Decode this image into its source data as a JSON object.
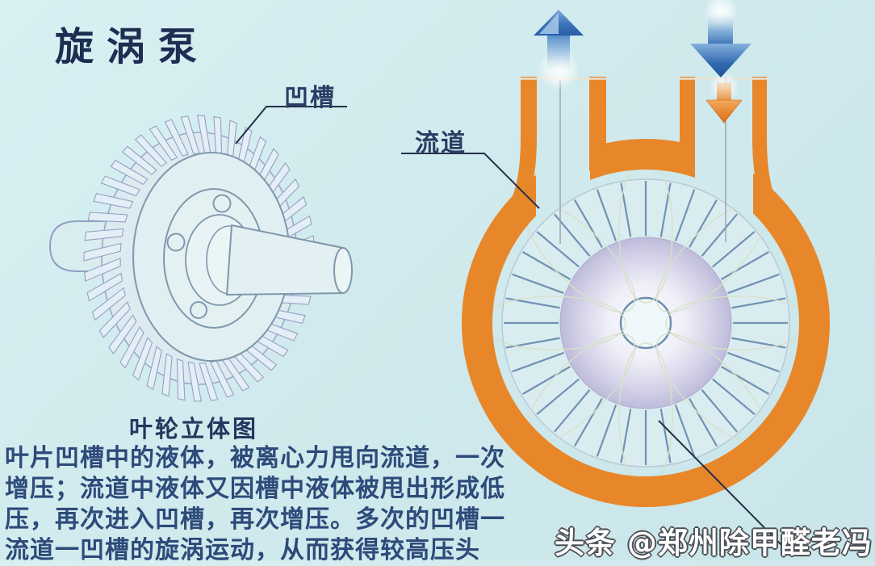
{
  "title": "旋涡泵",
  "left_figure": {
    "groove_label": "凹槽",
    "caption": "叶轮立体图"
  },
  "right_figure": {
    "channel_label": "流道",
    "icons": {
      "outlet_arrow": "up-arrow",
      "inlet_arrow": "down-arrow",
      "inflow_arrow": "small-orange-down-arrow"
    }
  },
  "description": {
    "lines": [
      "叶片凹槽中的液体，被离心力甩向流道，一次",
      "增压；流道中液体又因槽中液体被甩出形成低",
      "压，再次进入凹槽，再次增压。多次的凹槽一",
      "流道一凹槽的旋涡运动，从而获得较高压头"
    ]
  },
  "watermark": "头条 @郑州除甲醛老冯",
  "colors": {
    "background": "#cfe9ec",
    "casing_orange": "#e8872a",
    "arrow_blue": "#2f6db8",
    "inflow_orange": "#e07818",
    "text_navy": "#2d4a7a",
    "drawing_line_blue": "#8fa0c2",
    "vane_blue": "#7291b3",
    "watermark_outline": "#4c4f55"
  }
}
